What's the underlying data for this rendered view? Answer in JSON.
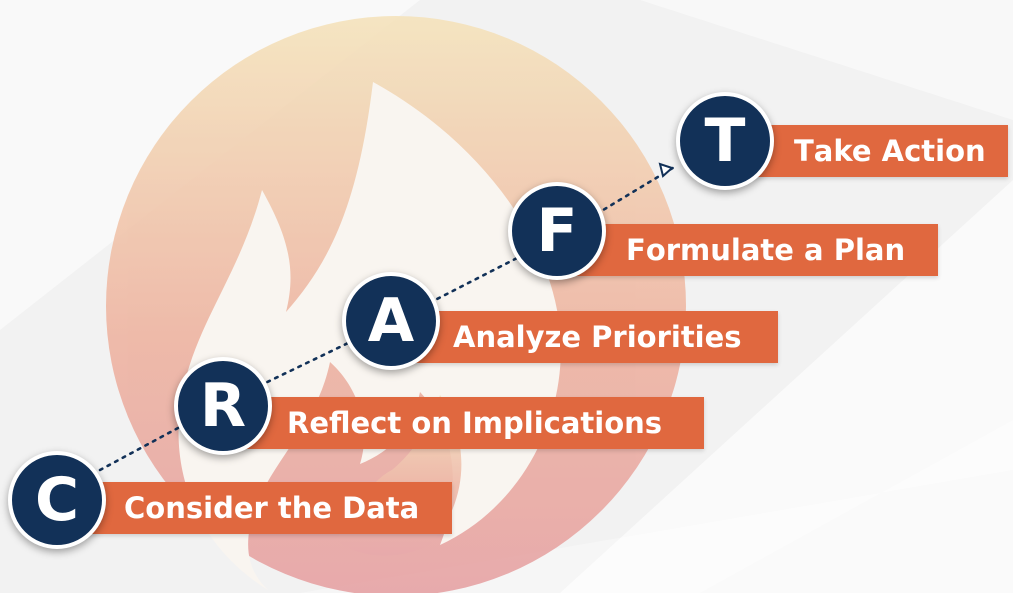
{
  "colors": {
    "badge": "#123158",
    "bar": "#e0683f",
    "text": "#ffffff",
    "emblem_top": "#f4dfb6",
    "emblem_bottom": "#e69a95"
  },
  "emblem": {
    "icon": "flame-icon"
  },
  "steps": [
    {
      "letter": "C",
      "first": "C",
      "rest": "onsider the Data"
    },
    {
      "letter": "R",
      "first": "R",
      "rest": "eflect on Implications"
    },
    {
      "letter": "A",
      "first": "A",
      "rest": "nalyze Priorities"
    },
    {
      "letter": "F",
      "first": "F",
      "rest": "ormulate a Plan"
    },
    {
      "letter": "T",
      "first": "T",
      "rest": "ake Action"
    }
  ]
}
